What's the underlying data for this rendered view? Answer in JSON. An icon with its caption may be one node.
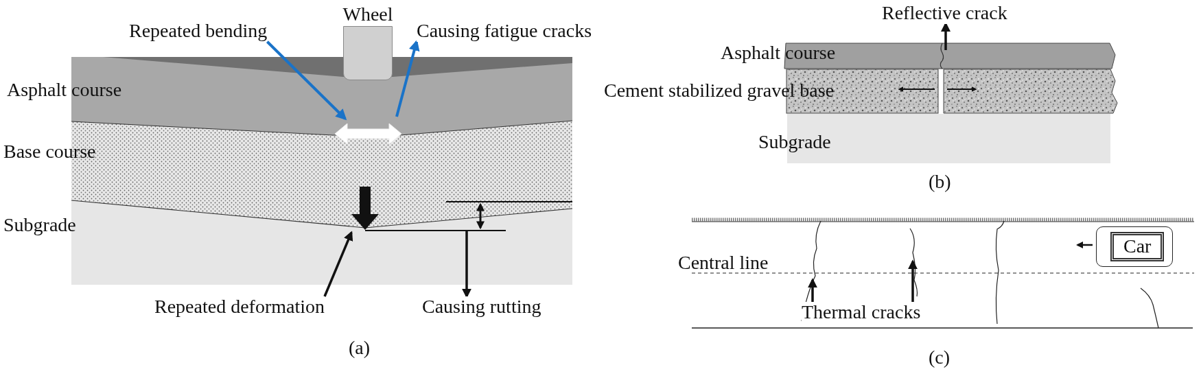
{
  "diagram": {
    "nodes": [
      {
        "text": [
          "Wheel"
        ]
      },
      {
        "text": [
          "Repeated bending"
        ]
      },
      {
        "text": [
          "Causing fatigue cracks"
        ]
      },
      {
        "text": [
          "Repeated deformation"
        ]
      },
      {
        "text": [
          "Causing rutting"
        ]
      },
      {
        "text": [
          "Reflective crack"
        ]
      },
      {
        "text": [
          "Thermal cracks"
        ]
      },
      {
        "text": [
          "Car"
        ]
      }
    ],
    "edges": [
      {
        "from": 1,
        "to": null,
        "arrow": "to",
        "color": "#1a73c8"
      },
      {
        "from": null,
        "to": 2,
        "arrow": "to",
        "color": "#1a73c8"
      },
      {
        "from": 3,
        "to": null,
        "arrow": "to"
      },
      {
        "from": null,
        "to": 4,
        "arrow": "to"
      },
      {
        "from": null,
        "to": 5,
        "arrow": "to"
      },
      {
        "from": 6,
        "to": null,
        "arrow": "to"
      },
      {
        "from": 6,
        "to": null,
        "arrow": "to"
      }
    ],
    "labels": [
      "Asphalt course",
      "Base course",
      "Subgrade",
      "(a)",
      "Asphalt course",
      "Cement stabilized gravel base",
      "Subgrade",
      "(b)",
      "Central line",
      "(c)"
    ]
  }
}
